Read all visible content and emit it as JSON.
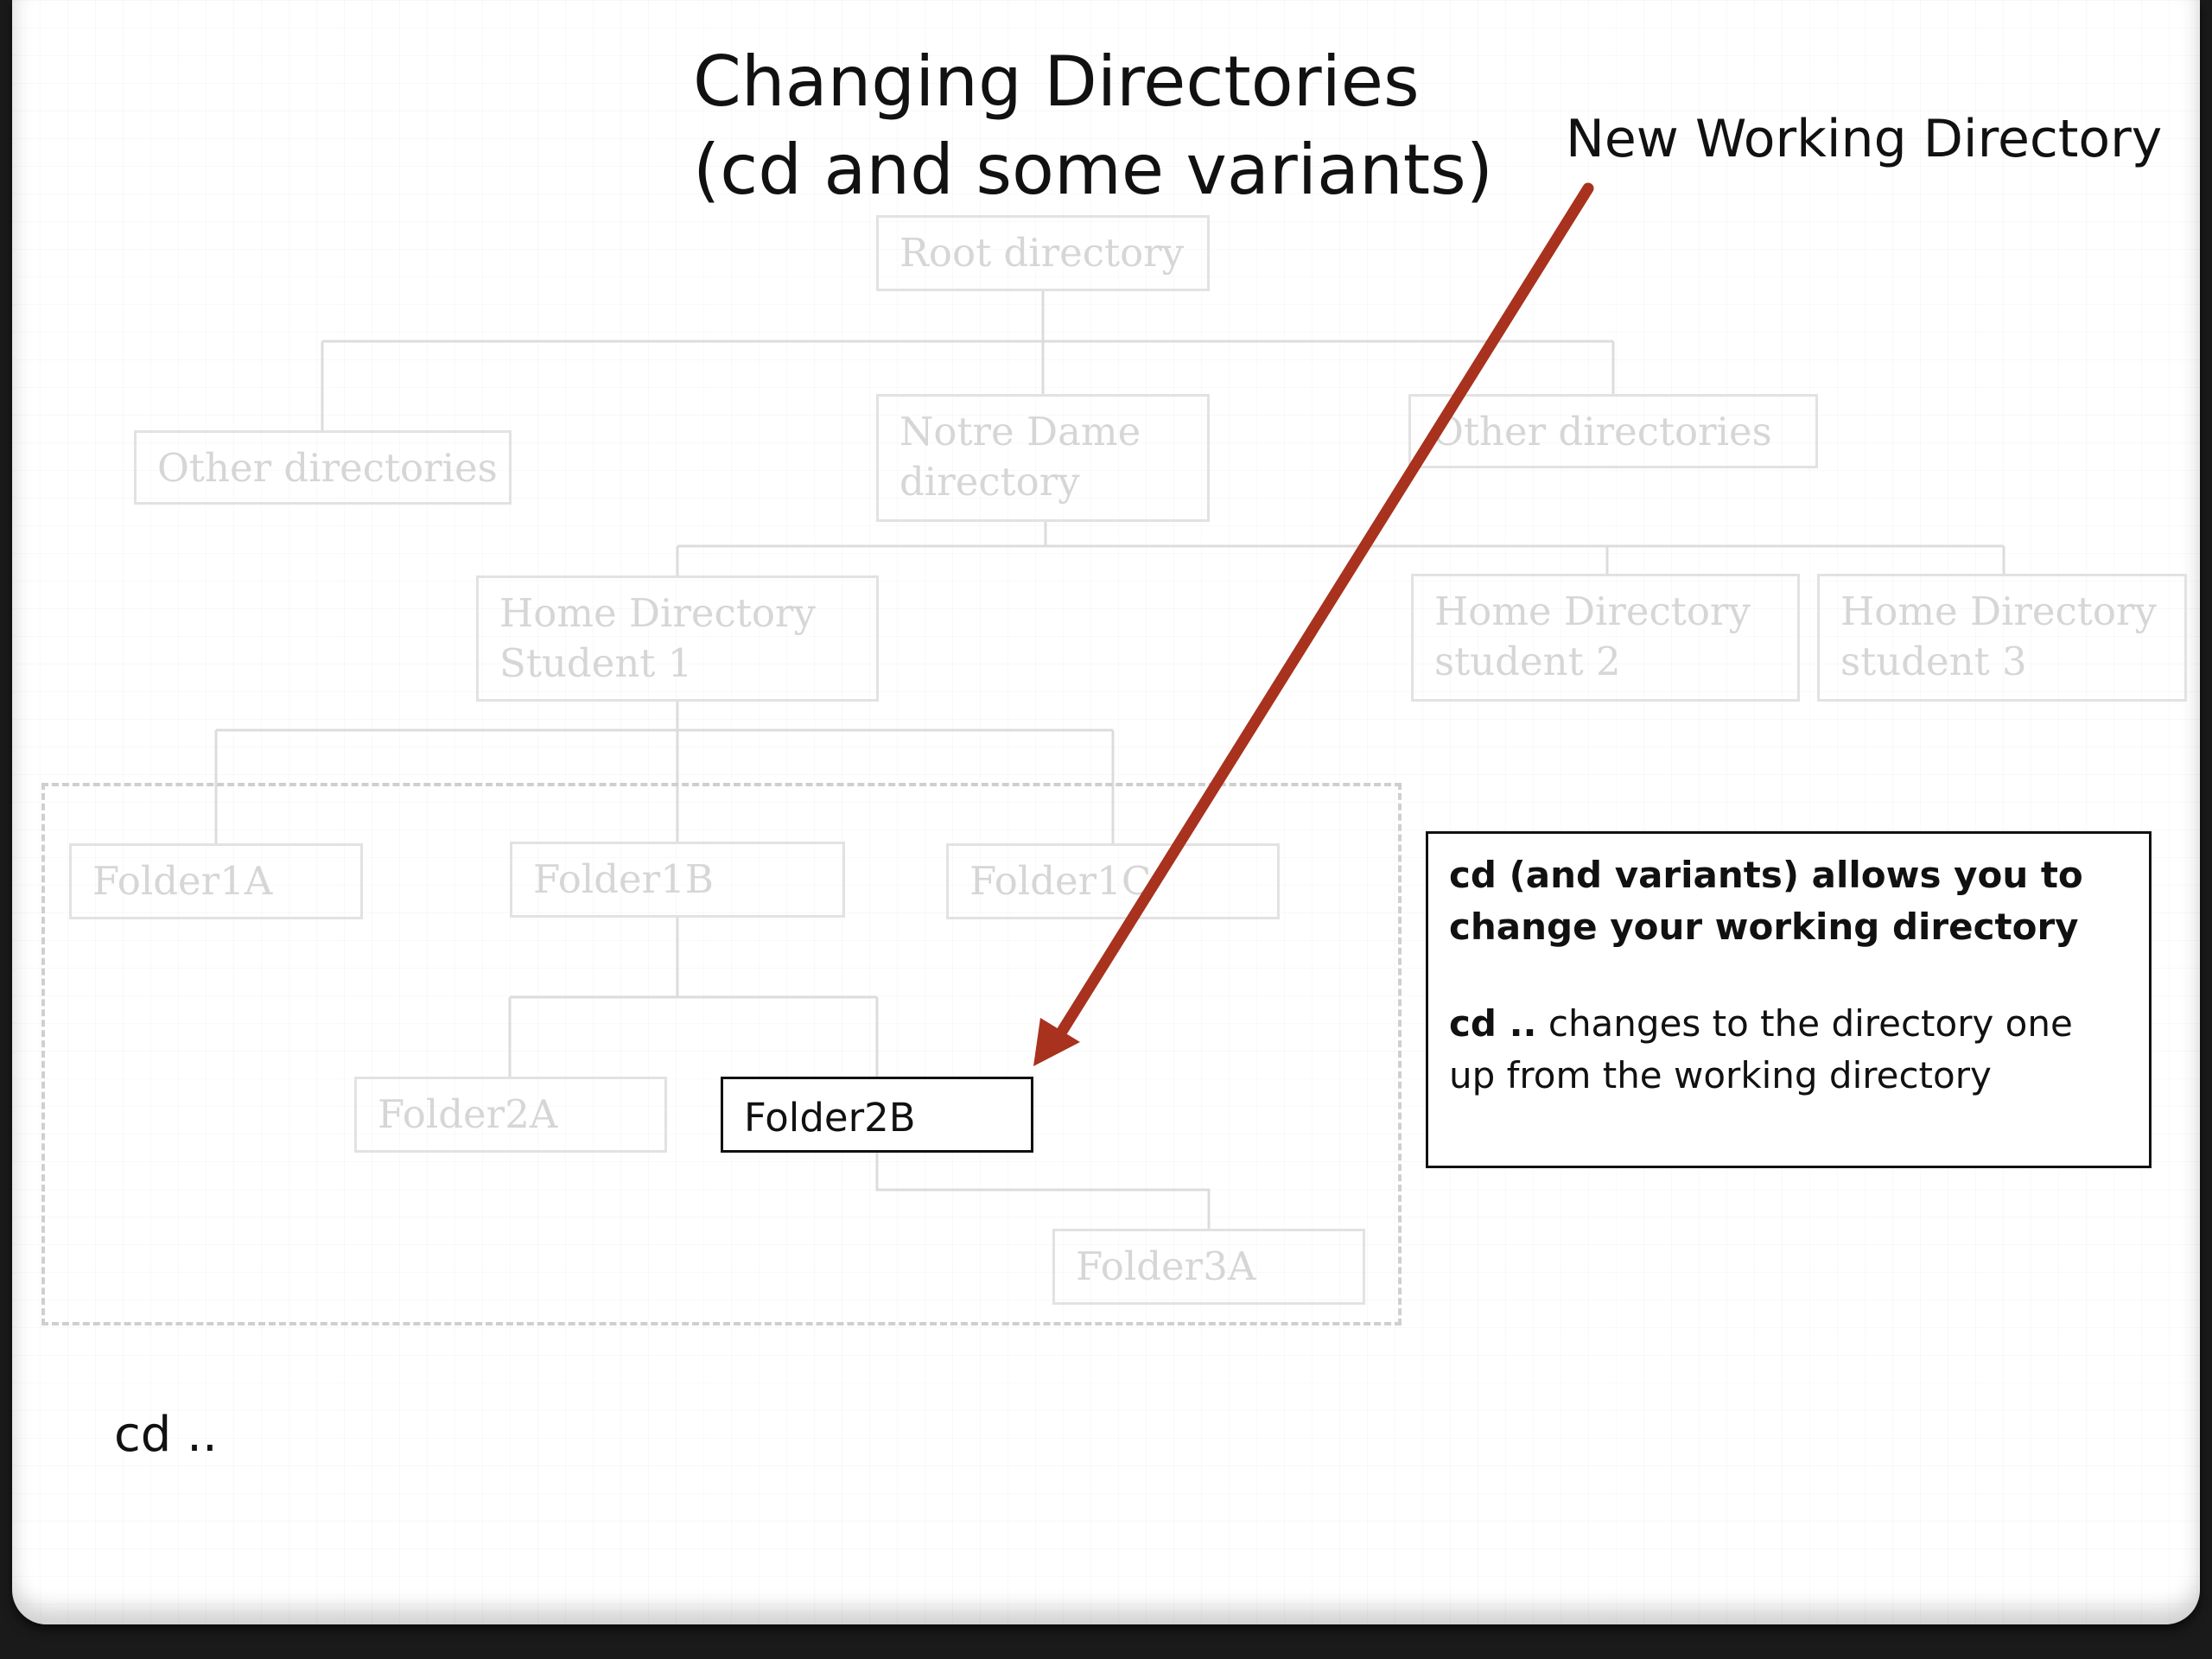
{
  "slide": {
    "title_line1": "Changing Directories",
    "title_line2": "(cd and some variants)",
    "annotation_label": "New Working Directory",
    "command_text": "cd .."
  },
  "tree": {
    "root": "Root directory",
    "other_left": "Other directories",
    "notre_dame": [
      "Notre Dame",
      "directory"
    ],
    "other_right": "Other directories",
    "home_student1": [
      "Home Directory",
      "Student 1"
    ],
    "home_student2": [
      "Home Directory",
      "student 2"
    ],
    "home_student3": [
      "Home Directory",
      "student 3"
    ],
    "folder1a": "Folder1A",
    "folder1b": "Folder1B",
    "folder1c": "Folder1C",
    "folder2a": "Folder2A",
    "folder2b": "Folder2B",
    "folder3a": "Folder3A"
  },
  "info_box": {
    "heading": "cd (and variants) allows you to change your working directory",
    "example_command": "cd ..",
    "example_description": " changes to the directory one up from the working directory"
  },
  "colors": {
    "arrow": "#A8321E",
    "active_border": "#111111",
    "inactive_border": "#e2e2e2",
    "inactive_text": "#d6d6d6"
  },
  "highlighted_node": "folder2b"
}
